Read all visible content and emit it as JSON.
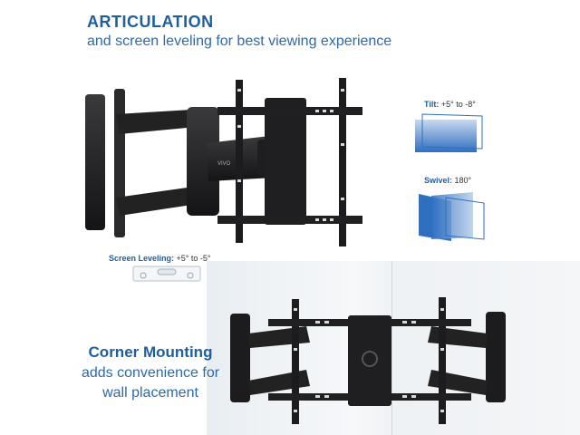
{
  "heading": {
    "title": "ARTICULATION",
    "subtitle": "and screen leveling for best viewing experience"
  },
  "tilt": {
    "label": "Tilt:",
    "value": "+5° to -8°"
  },
  "swivel": {
    "label": "Swivel:",
    "value": "180°"
  },
  "leveling": {
    "label": "Screen Leveling:",
    "value": "+5° to -5°"
  },
  "corner": {
    "title": "Corner Mounting",
    "line1": "adds convenience for",
    "line2": "wall placement"
  },
  "colors": {
    "accent": "#1f5e9c",
    "mount": "#1c1c1e",
    "panel_blue": "#2f6fc0"
  }
}
